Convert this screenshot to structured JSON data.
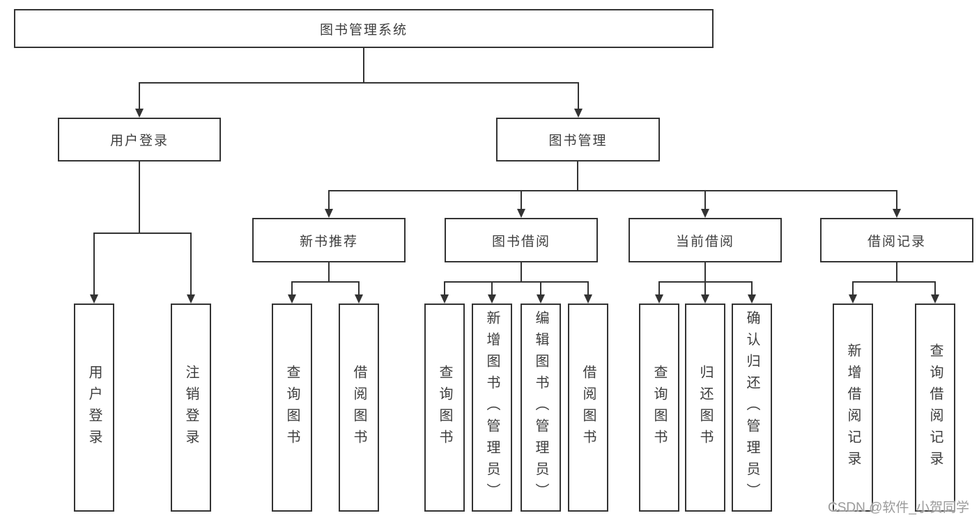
{
  "colors": {
    "line": "#333333",
    "text": "#3d3d3d",
    "background": "#ffffff",
    "watermark": "#9b9b9b"
  },
  "watermark": {
    "text": "CSDN @软件_小贺同学"
  },
  "tree": {
    "label": "图书管理系统",
    "children": [
      {
        "label": "用户登录",
        "children": [
          {
            "label": "用户登录"
          },
          {
            "label": "注销登录"
          }
        ]
      },
      {
        "label": "图书管理",
        "children": [
          {
            "label": "新书推荐",
            "children": [
              {
                "label": "查询图书"
              },
              {
                "label": "借阅图书"
              }
            ]
          },
          {
            "label": "图书借阅",
            "children": [
              {
                "label": "查询图书"
              },
              {
                "label": "新增图书（管理员）"
              },
              {
                "label": "编辑图书（管理员）"
              },
              {
                "label": "借阅图书"
              }
            ]
          },
          {
            "label": "当前借阅",
            "children": [
              {
                "label": "查询图书"
              },
              {
                "label": "归还图书"
              },
              {
                "label": "确认归还（管理员）"
              }
            ]
          },
          {
            "label": "借阅记录",
            "children": [
              {
                "label": "新增借阅记录"
              },
              {
                "label": "查询借阅记录"
              }
            ]
          }
        ]
      }
    ]
  }
}
